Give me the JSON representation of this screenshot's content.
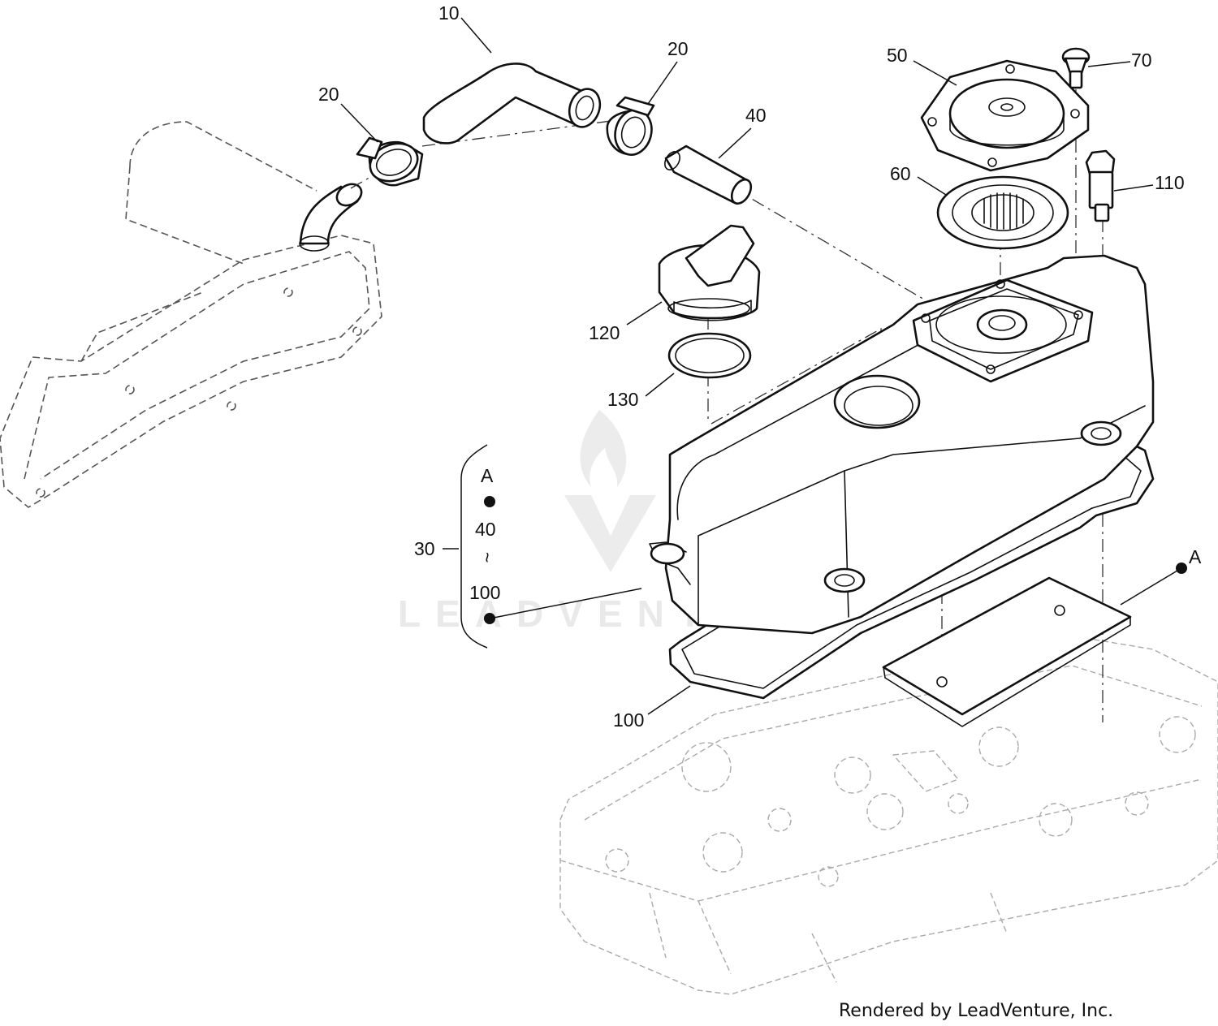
{
  "callouts": {
    "p10": "10",
    "p20_left": "20",
    "p20_right": "20",
    "p40": "40",
    "p50": "50",
    "p60": "60",
    "p70": "70",
    "p110": "110",
    "p120": "120",
    "p130": "130",
    "p30": "30",
    "p100": "100",
    "ref_a_right": "A"
  },
  "kit_bracket": {
    "ref_a": "A",
    "range_start": "40",
    "range_symbol": "~",
    "range_end": "100"
  },
  "watermark": {
    "text": "LEADVENTURE"
  },
  "credit": "Rendered by LeadVenture, Inc."
}
